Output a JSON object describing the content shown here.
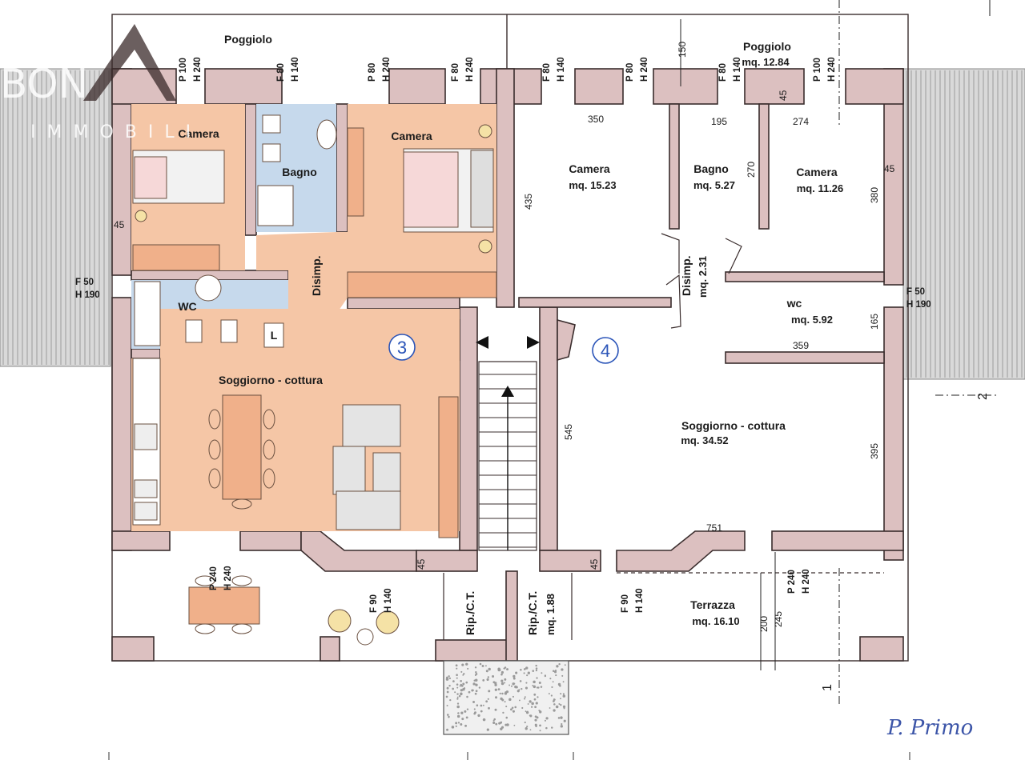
{
  "watermark": {
    "line1": "BON",
    "line2": "IMMOBILI"
  },
  "units": [
    {
      "badge": "3"
    },
    {
      "badge": "4"
    }
  ],
  "rooms": {
    "poggiolo_left": {
      "name": "Poggiolo"
    },
    "poggiolo_right": {
      "name": "Poggiolo",
      "area": "mq. 12.84"
    },
    "camera_3a": {
      "name": "Camera"
    },
    "bagno_3": {
      "name": "Bagno"
    },
    "camera_3b": {
      "name": "Camera"
    },
    "disimp_3": {
      "name": "Disimp."
    },
    "wc_3": {
      "name": "WC"
    },
    "soggiorno_3": {
      "name": "Soggiorno - cottura"
    },
    "camera_4a": {
      "name": "Camera",
      "area": "mq. 15.23"
    },
    "bagno_4": {
      "name": "Bagno",
      "area": "mq. 5.27"
    },
    "camera_4b": {
      "name": "Camera",
      "area": "mq. 11.26"
    },
    "disimp_4": {
      "name": "Disimp.",
      "area": "mq. 2.31"
    },
    "wc_4": {
      "name": "wc",
      "area": "mq. 5.92"
    },
    "soggiorno_4": {
      "name": "Soggiorno - cottura",
      "area": "mq. 34.52"
    },
    "terrazza": {
      "name": "Terrazza",
      "area": "mq. 16.10"
    },
    "rip_left": {
      "name": "Rip./C.T."
    },
    "rip_right": {
      "name": "Rip./C.T.",
      "area": "mq. 1.88"
    }
  },
  "openings": {
    "p100_h240_a": {
      "w": "P 100",
      "h": "H 240"
    },
    "f80_h140_a": {
      "w": "F 80",
      "h": "H 140"
    },
    "p80_h240_a": {
      "w": "P 80",
      "h": "H 240"
    },
    "f80_h240_a": {
      "w": "F 80",
      "h": "H 240"
    },
    "f80_h140_b": {
      "w": "F 80",
      "h": "H 140"
    },
    "p80_h240_b": {
      "w": "P 80",
      "h": "H 240"
    },
    "f80_h140_c": {
      "w": "F 80",
      "h": "H 140"
    },
    "p100_h240_b": {
      "w": "P 100",
      "h": "H 240"
    },
    "f50_h190_left": {
      "w": "F 50",
      "h": "H 190"
    },
    "f50_h190_right": {
      "w": "F 50",
      "h": "H 190"
    },
    "p240_h240_left": {
      "w": "P 240",
      "h": "H 240"
    },
    "f90_h140_left": {
      "w": "F 90",
      "h": "H 140"
    },
    "f90_h140_right": {
      "w": "F 90",
      "h": "H 140"
    },
    "p240_h240_right": {
      "w": "P 240",
      "h": "H 240"
    }
  },
  "dimensions": {
    "d350": "350",
    "d195": "195",
    "d274": "274",
    "d150": "150",
    "d45_top": "45",
    "d435": "435",
    "d270": "270",
    "d380": "380",
    "d45_right": "45",
    "d45_left": "45",
    "d359": "359",
    "d165": "165",
    "d545": "545",
    "d395": "395",
    "d751": "751",
    "d45_bl": "45",
    "d45_bm": "45",
    "d200": "200",
    "d245": "245"
  },
  "fixtures": {
    "laundry_mark": "L"
  },
  "section_marks": {
    "right": "2",
    "bottom": "1"
  },
  "annotation": "P. Primo",
  "colors": {
    "floor_orange": "#f5c6a6",
    "floor_blue": "#c6d9ec",
    "wall": "#dcc0c0",
    "badge": "#2a54b8"
  }
}
